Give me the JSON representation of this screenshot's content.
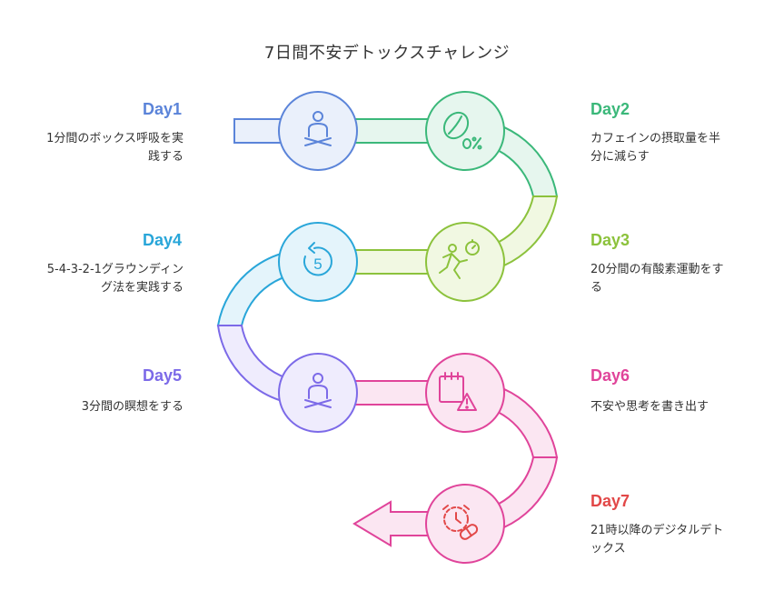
{
  "title": "7日間不安デトックスチャレンジ",
  "colors": {
    "day1": "#5b84d9",
    "day2": "#3bb87a",
    "day3": "#8cc23c",
    "day4": "#29a6d9",
    "day5": "#7c6ae8",
    "day6": "#e0449a",
    "day7": "#e24848"
  },
  "steps": [
    {
      "day": "Day1",
      "icon": "meditation-person-icon",
      "desc_line1": "1分間のボックス呼吸を実",
      "desc_line2": "践する"
    },
    {
      "day": "Day2",
      "icon": "coffee-bean-zero-percent-icon",
      "desc_line1": "カフェインの摂取量を半",
      "desc_line2": "分に減らす"
    },
    {
      "day": "Day3",
      "icon": "running-person-stopwatch-icon",
      "desc_line1": "20分間の有酸素運動をす",
      "desc_line2": "る"
    },
    {
      "day": "Day4",
      "icon": "countdown-five-icon",
      "icon_text": "5",
      "desc_line1": "5-4-3-2-1グラウンディン",
      "desc_line2": "グ法を実践する"
    },
    {
      "day": "Day5",
      "icon": "meditation-person-icon",
      "desc_line1": "3分間の瞑想をする",
      "desc_line2": ""
    },
    {
      "day": "Day6",
      "icon": "calendar-warning-icon",
      "desc_line1": "不安や思考を書き出す",
      "desc_line2": ""
    },
    {
      "day": "Day7",
      "icon": "alarm-clock-pill-icon",
      "desc_line1": "21時以降のデジタルデト",
      "desc_line2": "ックス"
    }
  ]
}
